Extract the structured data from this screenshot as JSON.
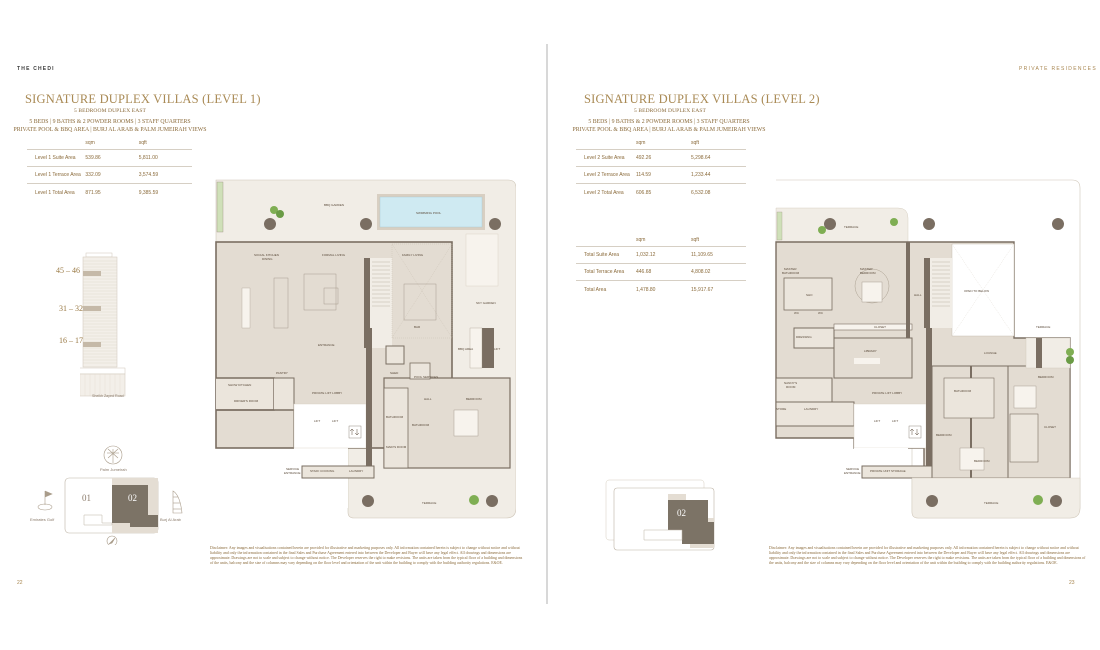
{
  "left_page": {
    "brand": "THE CHEDI",
    "title": "SIGNATURE DUPLEX VILLAS (LEVEL 1)",
    "subtitle": "5 BEDROOM DUPLEX EAST",
    "spec_line1": "5 BEDS | 9 BATHS & 2 POWDER ROOMS | 3 STAFF QUARTERS",
    "spec_line2": "PRIVATE POOL & BBQ AREA | BURJ AL ARAB & PALM JUMEIRAH VIEWS",
    "area_table": {
      "headers": [
        "",
        "sqm",
        "sqft"
      ],
      "rows": [
        {
          "label": "Level 1 Suite Area",
          "sqm": "539.86",
          "sqft": "5,811.00"
        },
        {
          "label": "Level 1 Terrace Area",
          "sqm": "332.09",
          "sqft": "3,574.59"
        },
        {
          "label": "Level 1 Total Area",
          "sqm": "871.95",
          "sqft": "9,385.59"
        }
      ]
    },
    "tower": {
      "floor_labels": [
        "45 – 46",
        "31 – 32",
        "16 – 17"
      ],
      "road_label": "Sheikh Zayed Road"
    },
    "keyplan": {
      "landmarks": {
        "top": "Palm Jumeirah",
        "left": "Emirates Golf",
        "right": "Burj Al Arab"
      },
      "unit_labels": [
        "01",
        "02"
      ]
    },
    "floorplan": {
      "rooms": [
        {
          "name": "BBQ GARDEN",
          "area": "XX SQM"
        },
        {
          "name": "SWIMMING POOL",
          "area": "XX SQM"
        },
        {
          "name": "SOCIAL KITCHEN DINING",
          "area": "XX SQM"
        },
        {
          "name": "FORMAL LIVING",
          "area": "XX SQM"
        },
        {
          "name": "FAMILY LIVING",
          "area": "XX SQM"
        },
        {
          "name": "SKY GARDEN",
          "area": "XX SQM"
        },
        {
          "name": "ENTRANCE",
          "area": "XX SQM"
        },
        {
          "name": "SHOW KITCHEN",
          "area": "XX SQM"
        },
        {
          "name": "PANTRY",
          "area": "XX SQM"
        },
        {
          "name": "DRIVER'S ROOM",
          "area": "XX SQM"
        },
        {
          "name": "BAR",
          "area": "XX SQM"
        },
        {
          "name": "BBQ AREA",
          "area": ""
        },
        {
          "name": "LIFT",
          "area": ""
        },
        {
          "name": "PRIVATE LIFT LOBBY",
          "area": "XX SQM"
        },
        {
          "name": "POOL SERVICES",
          "area": "XX SQM"
        },
        {
          "name": "SHED",
          "area": "XX SQM"
        },
        {
          "name": "BEDROOM",
          "area": "XX SQM"
        },
        {
          "name": "HALL",
          "area": "XX SQM"
        },
        {
          "name": "BATHROOM",
          "area": "XX SQM"
        },
        {
          "name": "MAID'S ROOM",
          "area": "XX SQM"
        },
        {
          "name": "BATHROOM",
          "area": "XX SQM"
        },
        {
          "name": "SERVICE ENTRANCE",
          "area": ""
        },
        {
          "name": "STAFF COOKING",
          "area": "XX SQM"
        },
        {
          "name": "LAUNDRY",
          "area": "XX SQM"
        },
        {
          "name": "TERRACE",
          "area": "XX SQM"
        }
      ],
      "lift_labels": [
        "LIFT",
        "LIFT"
      ]
    },
    "disclaimer": "Disclaimer: Any images and visualisations contained herein are provided for illustrative and marketing purposes only. All information contained herein is subject to change without notice and without liability and only the information contained in the final Sales and Purchase Agreement entered into between the Developer and Buyer will have any legal effect. All drawings and dimensions are approximate. Drawings are not to scale and subject to change without notice. The Developer reserves the right to make revisions. The units are taken from the typical floor of a building and dimensions of the units, balcony and the size of columns may vary depending on the floor level and orientation of the unit within the building to comply with the building authority regulations. E&OE.",
    "page_number": "22"
  },
  "right_page": {
    "brand": "PRIVATE RESIDENCES",
    "title": "SIGNATURE DUPLEX VILLAS (LEVEL 2)",
    "subtitle": "5 BEDROOM DUPLEX EAST",
    "spec_line1": "5 BEDS | 9 BATHS & 2 POWDER ROOMS | 3 STAFF QUARTERS",
    "spec_line2": "PRIVATE POOL & BBQ AREA | BURJ AL ARAB & PALM JUMEIRAH VIEWS",
    "area_table": {
      "headers": [
        "",
        "sqm",
        "sqft"
      ],
      "rows": [
        {
          "label": "Level 2 Suite Area",
          "sqm": "492.26",
          "sqft": "5,298.64"
        },
        {
          "label": "Level 2 Terrace Area",
          "sqm": "114.59",
          "sqft": "1,233.44"
        },
        {
          "label": "Level 2 Total Area",
          "sqm": "606.85",
          "sqft": "6,532.08"
        }
      ]
    },
    "total_table": {
      "headers": [
        "",
        "sqm",
        "sqft"
      ],
      "rows": [
        {
          "label": "Total Suite Area",
          "sqm": "1,032.12",
          "sqft": "11,109.65"
        },
        {
          "label": "Total Terrace Area",
          "sqm": "446.68",
          "sqft": "4,808.02"
        },
        {
          "label": "Total Area",
          "sqm": "1,478.80",
          "sqft": "15,917.67"
        }
      ]
    },
    "keyplan": {
      "unit_label": "02"
    },
    "floorplan": {
      "rooms": [
        {
          "name": "TERRACE",
          "area": "XX SQM"
        },
        {
          "name": "MASTER BATHROOM",
          "area": "XX SQM"
        },
        {
          "name": "MASTER BEDROOM",
          "area": "XX SQM"
        },
        {
          "name": "SHO",
          "area": ""
        },
        {
          "name": "WC",
          "area": ""
        },
        {
          "name": "HALL",
          "area": ""
        },
        {
          "name": "OPEN TO BELOW",
          "area": "XX SQM"
        },
        {
          "name": "CLOSET",
          "area": ""
        },
        {
          "name": "DRESSING",
          "area": "XX SQM"
        },
        {
          "name": "LIBRARY",
          "area": "XX SQM"
        },
        {
          "name": "LOUNGE",
          "area": "XX SQM"
        },
        {
          "name": "TERRACE",
          "area": "XX SQM"
        },
        {
          "name": "NANNY'S ROOM",
          "area": "XX SQM"
        },
        {
          "name": "LAUNDRY",
          "area": "XX SQM"
        },
        {
          "name": "STORE",
          "area": "XX SQM"
        },
        {
          "name": "PRIVATE LIFT LOBBY",
          "area": "XX SQM"
        },
        {
          "name": "BEDROOM",
          "area": "XX SQM"
        },
        {
          "name": "BATHROOM",
          "area": "XX SQM"
        },
        {
          "name": "CLOSET",
          "area": "XX SQM"
        },
        {
          "name": "BEDROOM",
          "area": "XX SQM"
        },
        {
          "name": "BEDROOM",
          "area": "XX SQM"
        },
        {
          "name": "BEDROOM",
          "area": "XX SQM"
        },
        {
          "name": "SERVICE ENTRANCE",
          "area": ""
        },
        {
          "name": "PRIVATE UNIT STORAGE",
          "area": "XX SQM"
        },
        {
          "name": "TERRACE",
          "area": "XX SQM"
        }
      ],
      "lift_labels": [
        "LIFT",
        "LIFT"
      ]
    },
    "disclaimer": "Disclaimer: Any images and visualisations contained herein are provided for illustrative and marketing purposes only. All information contained herein is subject to change without notice and without liability and only the information contained in the final Sales and Purchase Agreement entered into between the Developer and Buyer will have any legal effect. All drawings and dimensions are approximate. Drawings are not to scale and subject to change without notice. The Developer reserves the right to make revisions. The units are taken from the typical floor of a building and dimensions of the units, balcony and the size of columns may vary depending on the floor level and orientation of the unit within the building to comply with the building authority regulations. E&OE.",
    "page_number": "23"
  },
  "colors": {
    "accent_gold": "#a98a55",
    "text_brown": "#8a6a3a",
    "wall_dark": "#7a6e62",
    "floor_beige": "#e3dcd2",
    "terrace_light": "#f1ede6",
    "pool_blue": "#cfeaf2",
    "unit_highlight": "#7c7366"
  }
}
